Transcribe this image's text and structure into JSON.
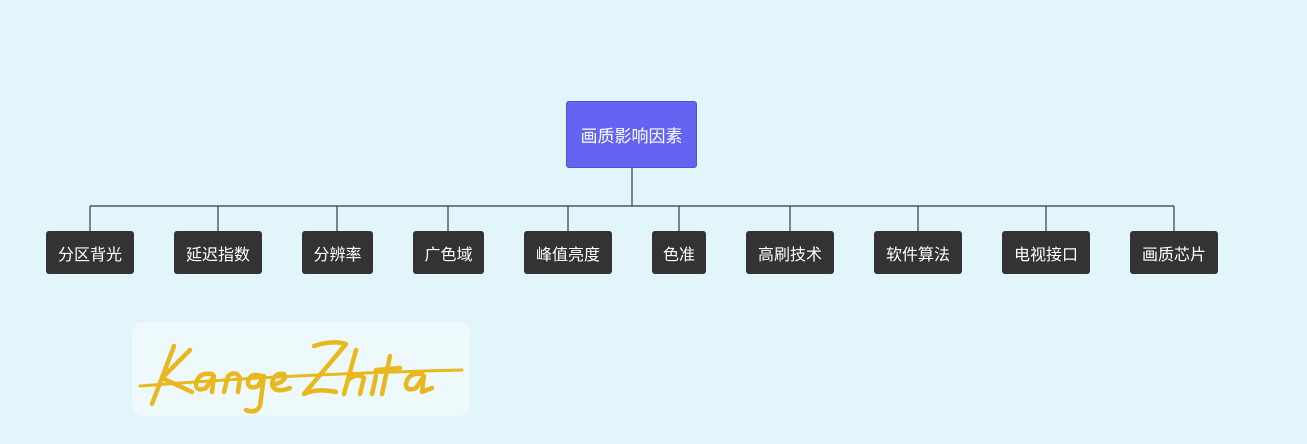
{
  "root": {
    "label": "画质影响因素",
    "color": "#6464f2"
  },
  "children": [
    {
      "label": "分区背光"
    },
    {
      "label": "延迟指数"
    },
    {
      "label": "分辨率"
    },
    {
      "label": "广色域"
    },
    {
      "label": "峰值亮度"
    },
    {
      "label": "色准"
    },
    {
      "label": "高刷技术"
    },
    {
      "label": "软件算法"
    },
    {
      "label": "电视接口"
    },
    {
      "label": "画质芯片"
    }
  ],
  "colors": {
    "background": "#e1f5fa",
    "child_fill": "#333333",
    "connector": "#2a3b4a",
    "signature": "#e8b81e"
  },
  "watermark": {
    "text": "Kange Zhita"
  }
}
